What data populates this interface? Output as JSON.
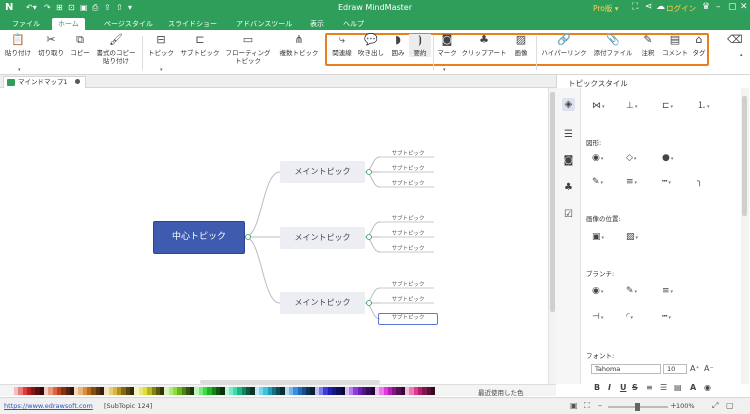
{
  "app": {
    "title": "Edraw MindMaster",
    "pro_label": "Pro版 ▾",
    "login_label": "ログイン"
  },
  "menu": {
    "tabs": [
      "ファイル",
      "ホーム",
      "ページスタイル",
      "スライドショー",
      "アドバンスツール",
      "表示",
      "ヘルプ"
    ],
    "active": "ホーム"
  },
  "ribbon": {
    "paste": "貼り付け",
    "cut": "切り取り",
    "copy": "コピー",
    "format_copy_1": "書式のコピー",
    "format_copy_2": "貼り付け",
    "topic": "トピック",
    "subtopic": "サブトピック",
    "floating_1": "フローティング",
    "floating_2": "トピック",
    "multi_topic": "複数トピック",
    "relation": "関連線",
    "callout": "吹き出し",
    "boundary": "囲み",
    "summary": "要約",
    "mark": "マーク",
    "clipart": "クリップアート",
    "image": "画像",
    "hyperlink": "ハイパーリンク",
    "attachment": "添付ファイル",
    "note": "注釈",
    "comment": "コメント",
    "tag": "タグ"
  },
  "document": {
    "tab_label": "マインドマップ1"
  },
  "mindmap": {
    "central": "中心トピック",
    "main_topics": [
      "メイントピック",
      "メイントピック",
      "メイントピック"
    ],
    "subtopic_label": "サブトピック"
  },
  "panel": {
    "title": "トピックスタイル",
    "shape_label": "図形:",
    "image_pos_label": "画像の位置:",
    "branch_label": "ブランチ:",
    "font_label": "フォント:",
    "font_name": "Tahoma",
    "font_size": "10"
  },
  "colorbar": {
    "recent_label": "最近使用した色"
  },
  "status": {
    "url": "https://www.edrawsoft.com",
    "selection": "[SubTopic 124]",
    "zoom": "100%"
  },
  "colors": {
    "brand_green": "#2f9e5b",
    "central_node": "#3e5bb0",
    "highlight_box": "#e8801e",
    "selection": "#5a78d8"
  }
}
